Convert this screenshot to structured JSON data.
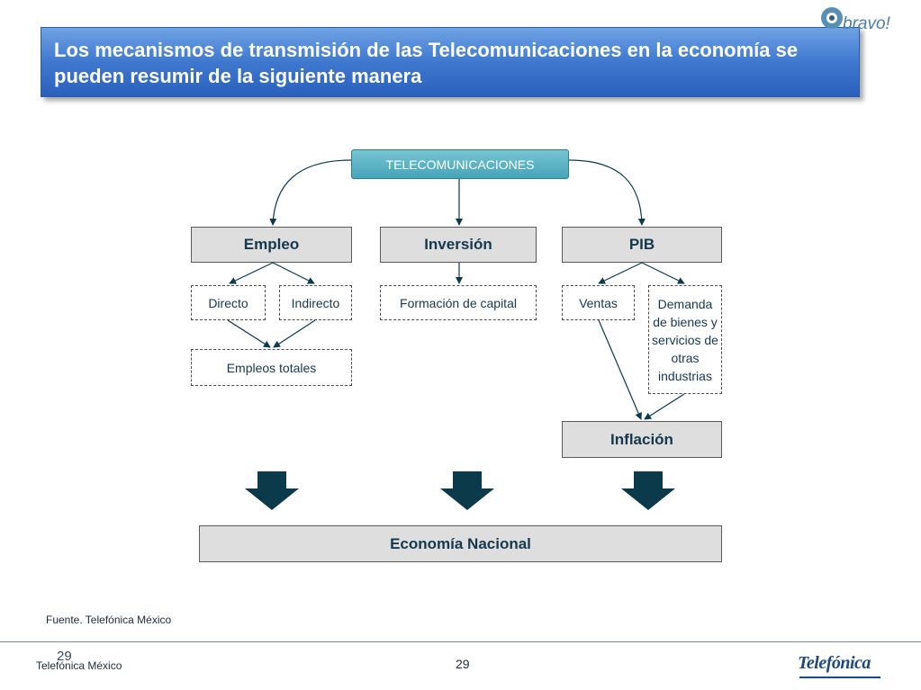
{
  "header": {
    "title": "Los mecanismos de transmisión de las Telecomunicaciones en la economía se pueden resumir de la siguiente manera",
    "brand": "bravo!"
  },
  "diagram": {
    "root": "TELECOMUNICACIONES",
    "empleo": "Empleo",
    "inversion": "Inversión",
    "pib": "PIB",
    "directo": "Directo",
    "indirecto": "Indirecto",
    "formacion": "Formación de capital",
    "ventas": "Ventas",
    "demanda": "Demanda de bienes y servicios de otras industrias",
    "empleos_totales": "Empleos totales",
    "inflacion": "Inflación",
    "economia": "Economía Nacional"
  },
  "source": "Fuente. Telefónica México",
  "footer": {
    "ghost_number": "29",
    "company": "Telefónica México",
    "page": "29",
    "logo": "Telefónica"
  },
  "colors": {
    "title_bar": "#3f78cf",
    "root_node": "#45a5b8",
    "arrow_dark": "#0b3a4a"
  }
}
